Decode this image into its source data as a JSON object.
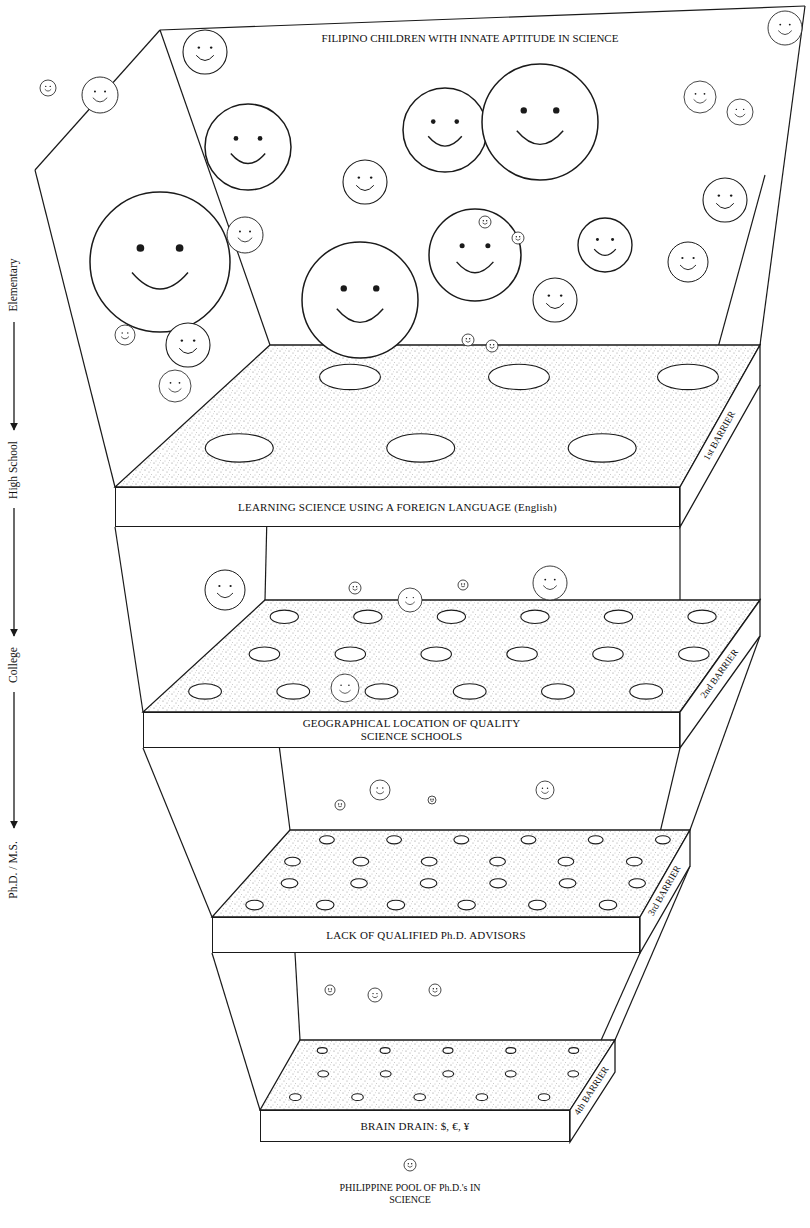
{
  "diagram": {
    "nodes": [
      {
        "text": [
          "LEARNING SCIENCE USING A FOREIGN LANGUAGE (English)",
          "1st BARRIER"
        ]
      },
      {
        "text": [
          "GEOGRAPHICAL LOCATION OF QUALITY SCIENCE SCHOOLS",
          "2nd BARRIER"
        ]
      },
      {
        "text": [
          "LACK OF QUALIFIED Ph.D. ADVISORS",
          "3rd BARRIER"
        ]
      },
      {
        "text": [
          "BRAIN DRAIN: $, €, ¥",
          "4th BARRIER"
        ]
      }
    ],
    "labels": [
      "FILIPINO CHILDREN WITH INNATE APTITUDE IN SCIENCE",
      "Elementary",
      "High School",
      "College",
      "Ph.D. / M.S.",
      "PHILIPPINE POOL OF Ph.D.'s IN SCIENCE"
    ]
  }
}
